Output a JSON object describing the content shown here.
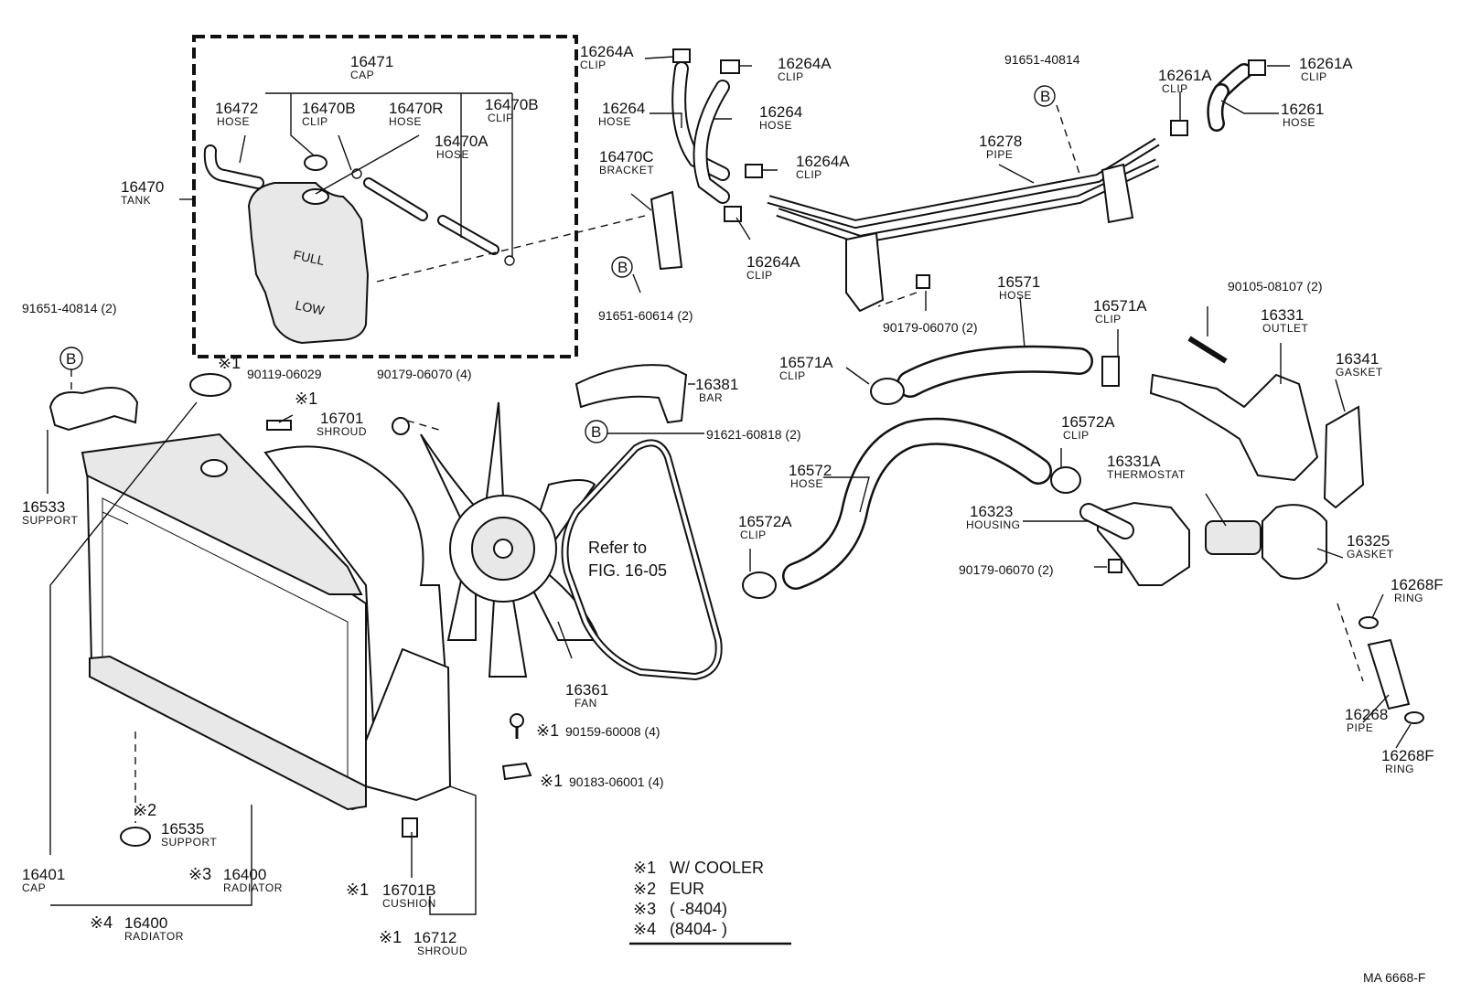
{
  "labels": [
    {
      "id": "16471",
      "num": "16471",
      "name": "CAP"
    },
    {
      "id": "16472",
      "num": "16472",
      "name": "HOSE"
    },
    {
      "id": "16470B_a",
      "num": "16470B",
      "name": "CLIP"
    },
    {
      "id": "16470R",
      "num": "16470R",
      "name": "HOSE"
    },
    {
      "id": "16470B_b",
      "num": "16470B",
      "name": "CLIP"
    },
    {
      "id": "16470A",
      "num": "16470A",
      "name": "HOSE"
    },
    {
      "id": "16470",
      "num": "16470",
      "name": "TANK"
    },
    {
      "id": "16264A_a",
      "num": "16264A",
      "name": "CLIP"
    },
    {
      "id": "16264A_b",
      "num": "16264A",
      "name": "CLIP"
    },
    {
      "id": "16264_a",
      "num": "16264",
      "name": "HOSE"
    },
    {
      "id": "16264_b",
      "num": "16264",
      "name": "HOSE"
    },
    {
      "id": "16264A_c",
      "num": "16264A",
      "name": "CLIP"
    },
    {
      "id": "16264A_d",
      "num": "16264A",
      "name": "CLIP"
    },
    {
      "id": "16470C",
      "num": "16470C",
      "name": "BRACKET"
    },
    {
      "id": "16261A_a",
      "num": "16261A",
      "name": "CLIP"
    },
    {
      "id": "16261A_b",
      "num": "16261A",
      "name": "CLIP"
    },
    {
      "id": "16261",
      "num": "16261",
      "name": "HOSE"
    },
    {
      "id": "16278",
      "num": "16278",
      "name": "PIPE"
    },
    {
      "id": "16571",
      "num": "16571",
      "name": "HOSE"
    },
    {
      "id": "16571A_a",
      "num": "16571A",
      "name": "CLIP"
    },
    {
      "id": "16571A_b",
      "num": "16571A",
      "name": "CLIP"
    },
    {
      "id": "16331",
      "num": "16331",
      "name": "OUTLET"
    },
    {
      "id": "16341",
      "num": "16341",
      "name": "GASKET"
    },
    {
      "id": "16381",
      "num": "16381",
      "name": "BAR"
    },
    {
      "id": "16701",
      "num": "16701",
      "name": "SHROUD"
    },
    {
      "id": "16533",
      "num": "16533",
      "name": "SUPPORT"
    },
    {
      "id": "16572",
      "num": "16572",
      "name": "HOSE"
    },
    {
      "id": "16572A_a",
      "num": "16572A",
      "name": "CLIP"
    },
    {
      "id": "16572A_b",
      "num": "16572A",
      "name": "CLIP"
    },
    {
      "id": "16331A",
      "num": "16331A",
      "name": "THERMOSTAT"
    },
    {
      "id": "16323",
      "num": "16323",
      "name": "HOUSING"
    },
    {
      "id": "16325",
      "num": "16325",
      "name": "GASKET"
    },
    {
      "id": "16268F_a",
      "num": "16268F",
      "name": "RING"
    },
    {
      "id": "16268",
      "num": "16268",
      "name": "PIPE"
    },
    {
      "id": "16268F_b",
      "num": "16268F",
      "name": "RING"
    },
    {
      "id": "16361",
      "num": "16361",
      "name": "FAN"
    },
    {
      "id": "16535",
      "num": "16535",
      "name": "SUPPORT"
    },
    {
      "id": "16401",
      "num": "16401",
      "name": "CAP"
    },
    {
      "id": "16400_a",
      "num": "16400",
      "name": "RADIATOR"
    },
    {
      "id": "16400_b",
      "num": "16400",
      "name": "RADIATOR"
    },
    {
      "id": "16701B",
      "num": "16701B",
      "name": "CUSHION"
    },
    {
      "id": "16712",
      "num": "16712",
      "name": "SHROUD"
    }
  ],
  "refs": {
    "r_91651_40814_top": "91651-40814",
    "r_91651_40814_2": "91651-40814 (2)",
    "r_91651_60614": "91651-60614 (2)",
    "r_90179_06070_2a": "90179-06070 (2)",
    "r_90105_08107": "90105-08107 (2)",
    "r_90119_06029": "90119-06029",
    "r_90179_06070_4": "90179-06070 (4)",
    "r_91621_60818": "91621-60818 (2)",
    "r_90179_06070_2b": "90179-06070 (2)",
    "r_90159_60008": "90159-60008 (4)",
    "r_90183_06001": "90183-06001 (4)"
  },
  "markers": {
    "note": "※",
    "mark1": "※1",
    "mark2": "※2",
    "mark3": "※3",
    "mark4": "※4",
    "circle_b": "B",
    "refer_line1": "Refer to",
    "refer_line2": "FIG. 16-05",
    "full": "FULL",
    "low": "LOW"
  },
  "legend": [
    {
      "mark": "※1",
      "text": "W/ COOLER"
    },
    {
      "mark": "※2",
      "text": "EUR"
    },
    {
      "mark": "※3",
      "text": "(        -8404)"
    },
    {
      "mark": "※4",
      "text": "(8404-        )"
    }
  ],
  "footer": {
    "code": "MA  6668-F"
  }
}
